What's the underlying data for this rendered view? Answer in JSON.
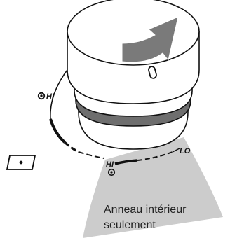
{
  "labels": {
    "hi_outer": "HI",
    "hi_inner": "HI",
    "lo_inner": "LO",
    "note_line1": "Anneau intérieur",
    "note_line2": "seulement"
  },
  "colors": {
    "outline": "#111111",
    "highlight": "#cccccc",
    "arrow": "#7a7a7a",
    "ring_band": "#6e6e6e"
  }
}
